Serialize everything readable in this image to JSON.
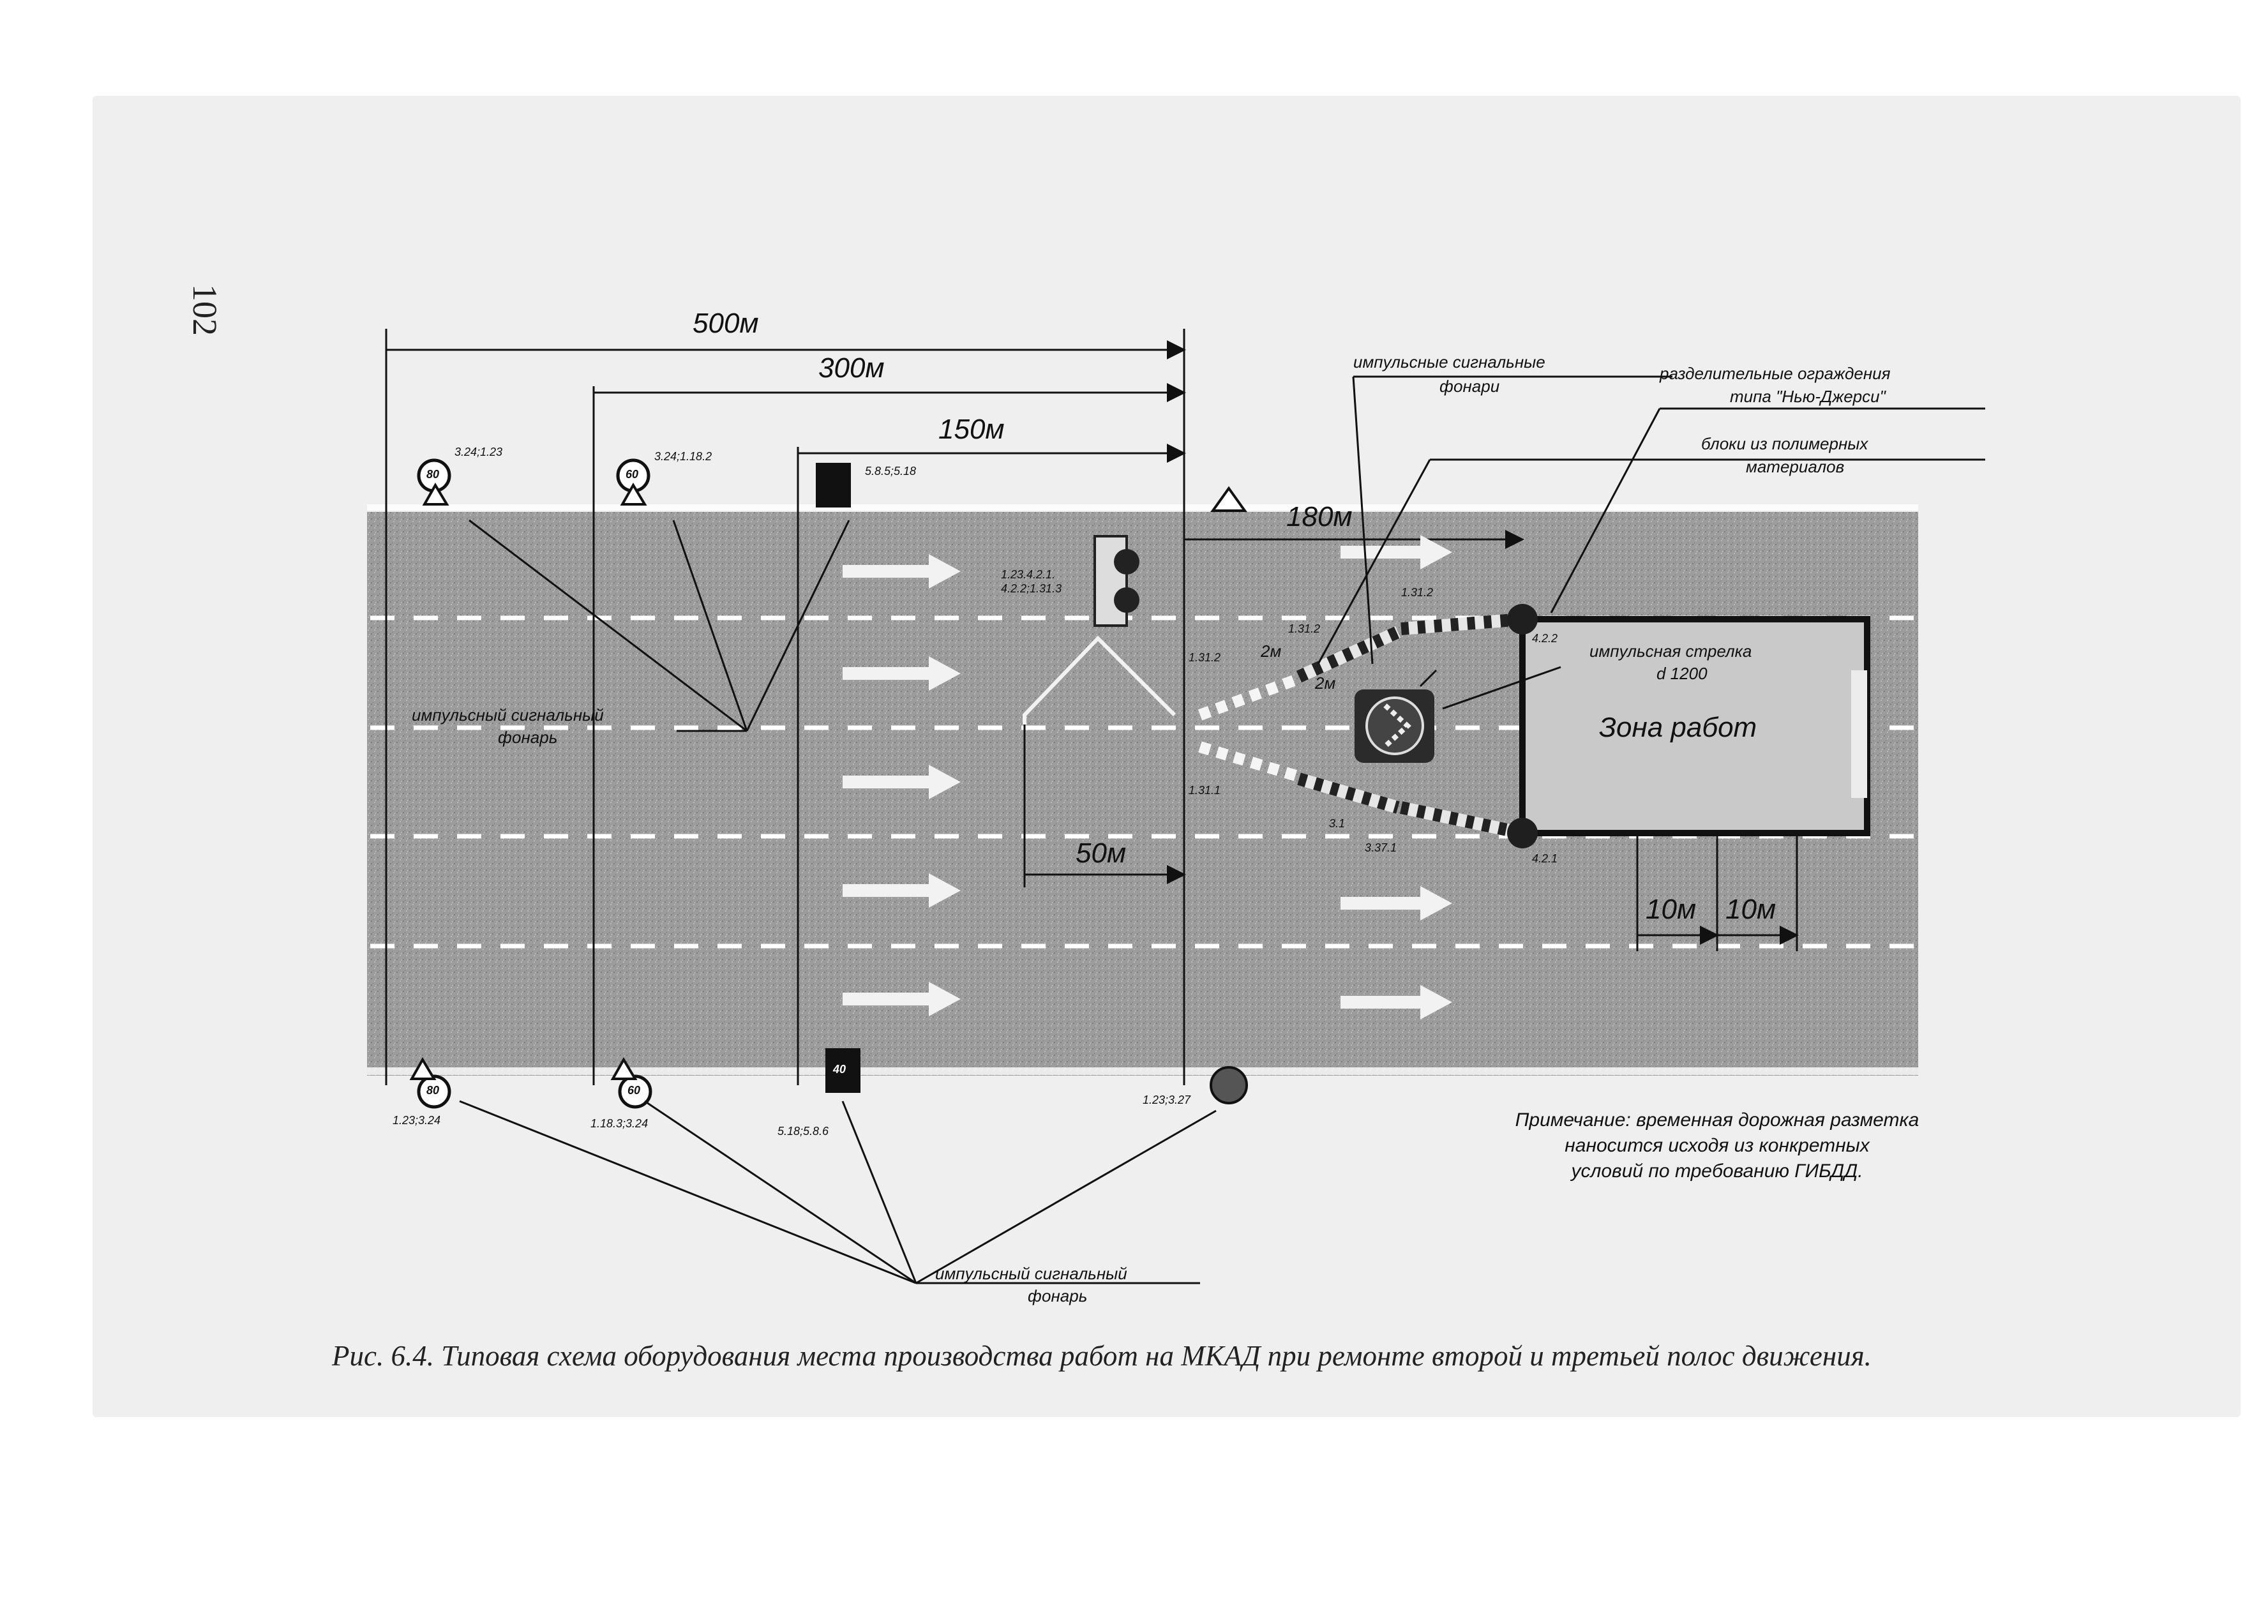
{
  "page_number": "102",
  "distances": {
    "d500": "500м",
    "d300": "300м",
    "d150": "150м",
    "d180": "180м",
    "d50": "50м",
    "d10a": "10м",
    "d10b": "10м",
    "d2a": "2м",
    "d2b": "2м"
  },
  "callouts": {
    "impulse_lights_top": [
      "импульсные сигнальные",
      "фонари"
    ],
    "barriers": [
      "разделительные ограждения",
      "типа \"Нью-Джерси\""
    ],
    "blocks": [
      "блоки из полимерных",
      "материалов"
    ],
    "arrow_sign": [
      "импульсная стрелка",
      "d 1200"
    ],
    "work_zone": "Зона работ",
    "impulse_light_left": [
      "импульсный сигнальный",
      "фонарь"
    ],
    "impulse_light_bottom": [
      "импульсный сигнальный",
      "фонарь"
    ]
  },
  "sign_codes": {
    "top_1": "3.24;1.23",
    "top_2": "3.24;1.18.2",
    "top_3": "5.8.5;5.18",
    "bottom_1": "1.23;3.24",
    "bottom_2": "1.18.3;3.24",
    "bottom_3": "5.18;5.8.6",
    "bottom_4": "1.23;3.27",
    "arrow_board": [
      "1.23.4.2.1.",
      "4.2.2;1.31.3"
    ],
    "m_131_2a": "1.31.2",
    "m_131_2b": "1.31.2",
    "m_131_2c": "1.31.2",
    "m_131_1a": "1.31.1",
    "m_131_1b": "3.1",
    "m_131_1c": "3.37.1",
    "m_421": "4.2.1",
    "m_422": "4.2.2"
  },
  "speed_limits": {
    "top_80": "80",
    "top_60": "60",
    "bottom_80": "80",
    "bottom_60": "60",
    "bottom_40": "40"
  },
  "note": [
    "Примечание: временная дорожная разметка",
    "наносится исходя из конкретных",
    "условий по требованию ГИБДД."
  ],
  "caption": "Рис. 6.4. Типовая схема оборудования места производства работ на МКАД при ремонте второй и третьей полос движения.",
  "colors": {
    "road": "#9a9a9a",
    "ink": "#111111",
    "paper": "#efefef",
    "lane_mark": "#ffffff"
  }
}
